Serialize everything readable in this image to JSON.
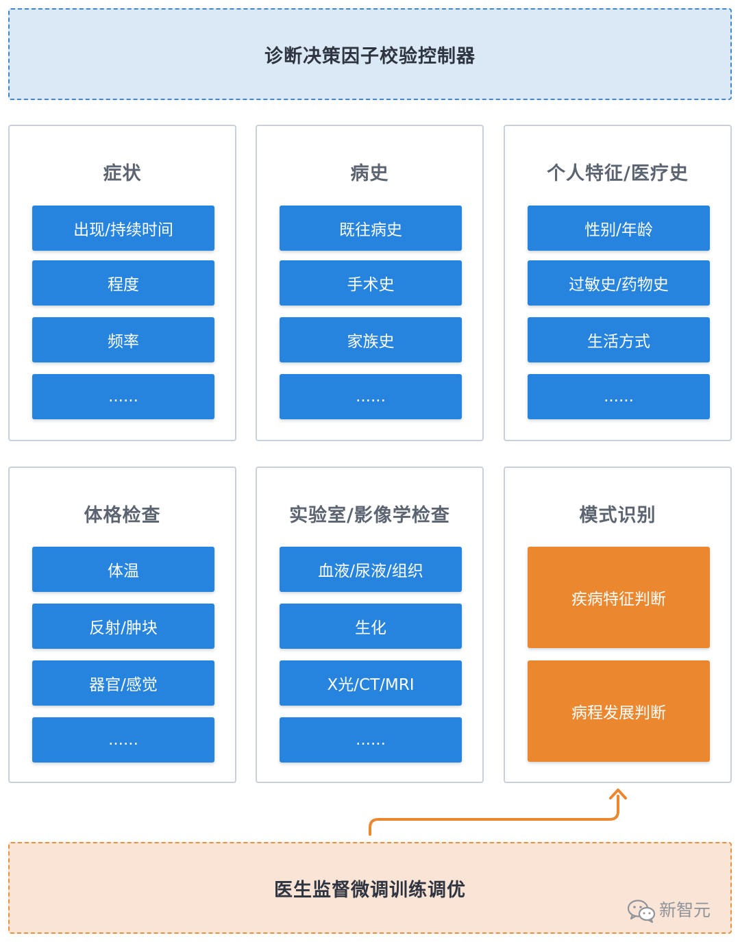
{
  "top_banner": {
    "label": "诊断决策因子校验控制器"
  },
  "panels": [
    {
      "title": "症状",
      "items": [
        "出现/持续时间",
        "程度",
        "频率",
        "......"
      ]
    },
    {
      "title": "病史",
      "items": [
        "既往病史",
        "手术史",
        "家族史",
        "......"
      ]
    },
    {
      "title": "个人特征/医疗史",
      "items": [
        "性别/年龄",
        "过敏史/药物史",
        "生活方式",
        "......"
      ]
    },
    {
      "title": "体格检查",
      "items": [
        "体温",
        "反射/肿块",
        "器官/感觉",
        "......"
      ]
    },
    {
      "title": "实验室/影像学检查",
      "items": [
        "血液/尿液/组织",
        "生化",
        "X光/CT/MRI",
        "......"
      ]
    },
    {
      "title": "模式识别",
      "items": [
        "疾病特征判断",
        "病程发展判断"
      ]
    }
  ],
  "bottom_banner": {
    "label": "医生监督微调训练调优"
  },
  "watermark": {
    "icon": "wechat-icon",
    "text": "新智元"
  },
  "colors": {
    "blue_item": "#2684de",
    "orange_item": "#eb872e",
    "top_banner_bg": "#dbe8f6",
    "bottom_banner_bg": "#fae4d6",
    "arrow": "#eb872e"
  }
}
